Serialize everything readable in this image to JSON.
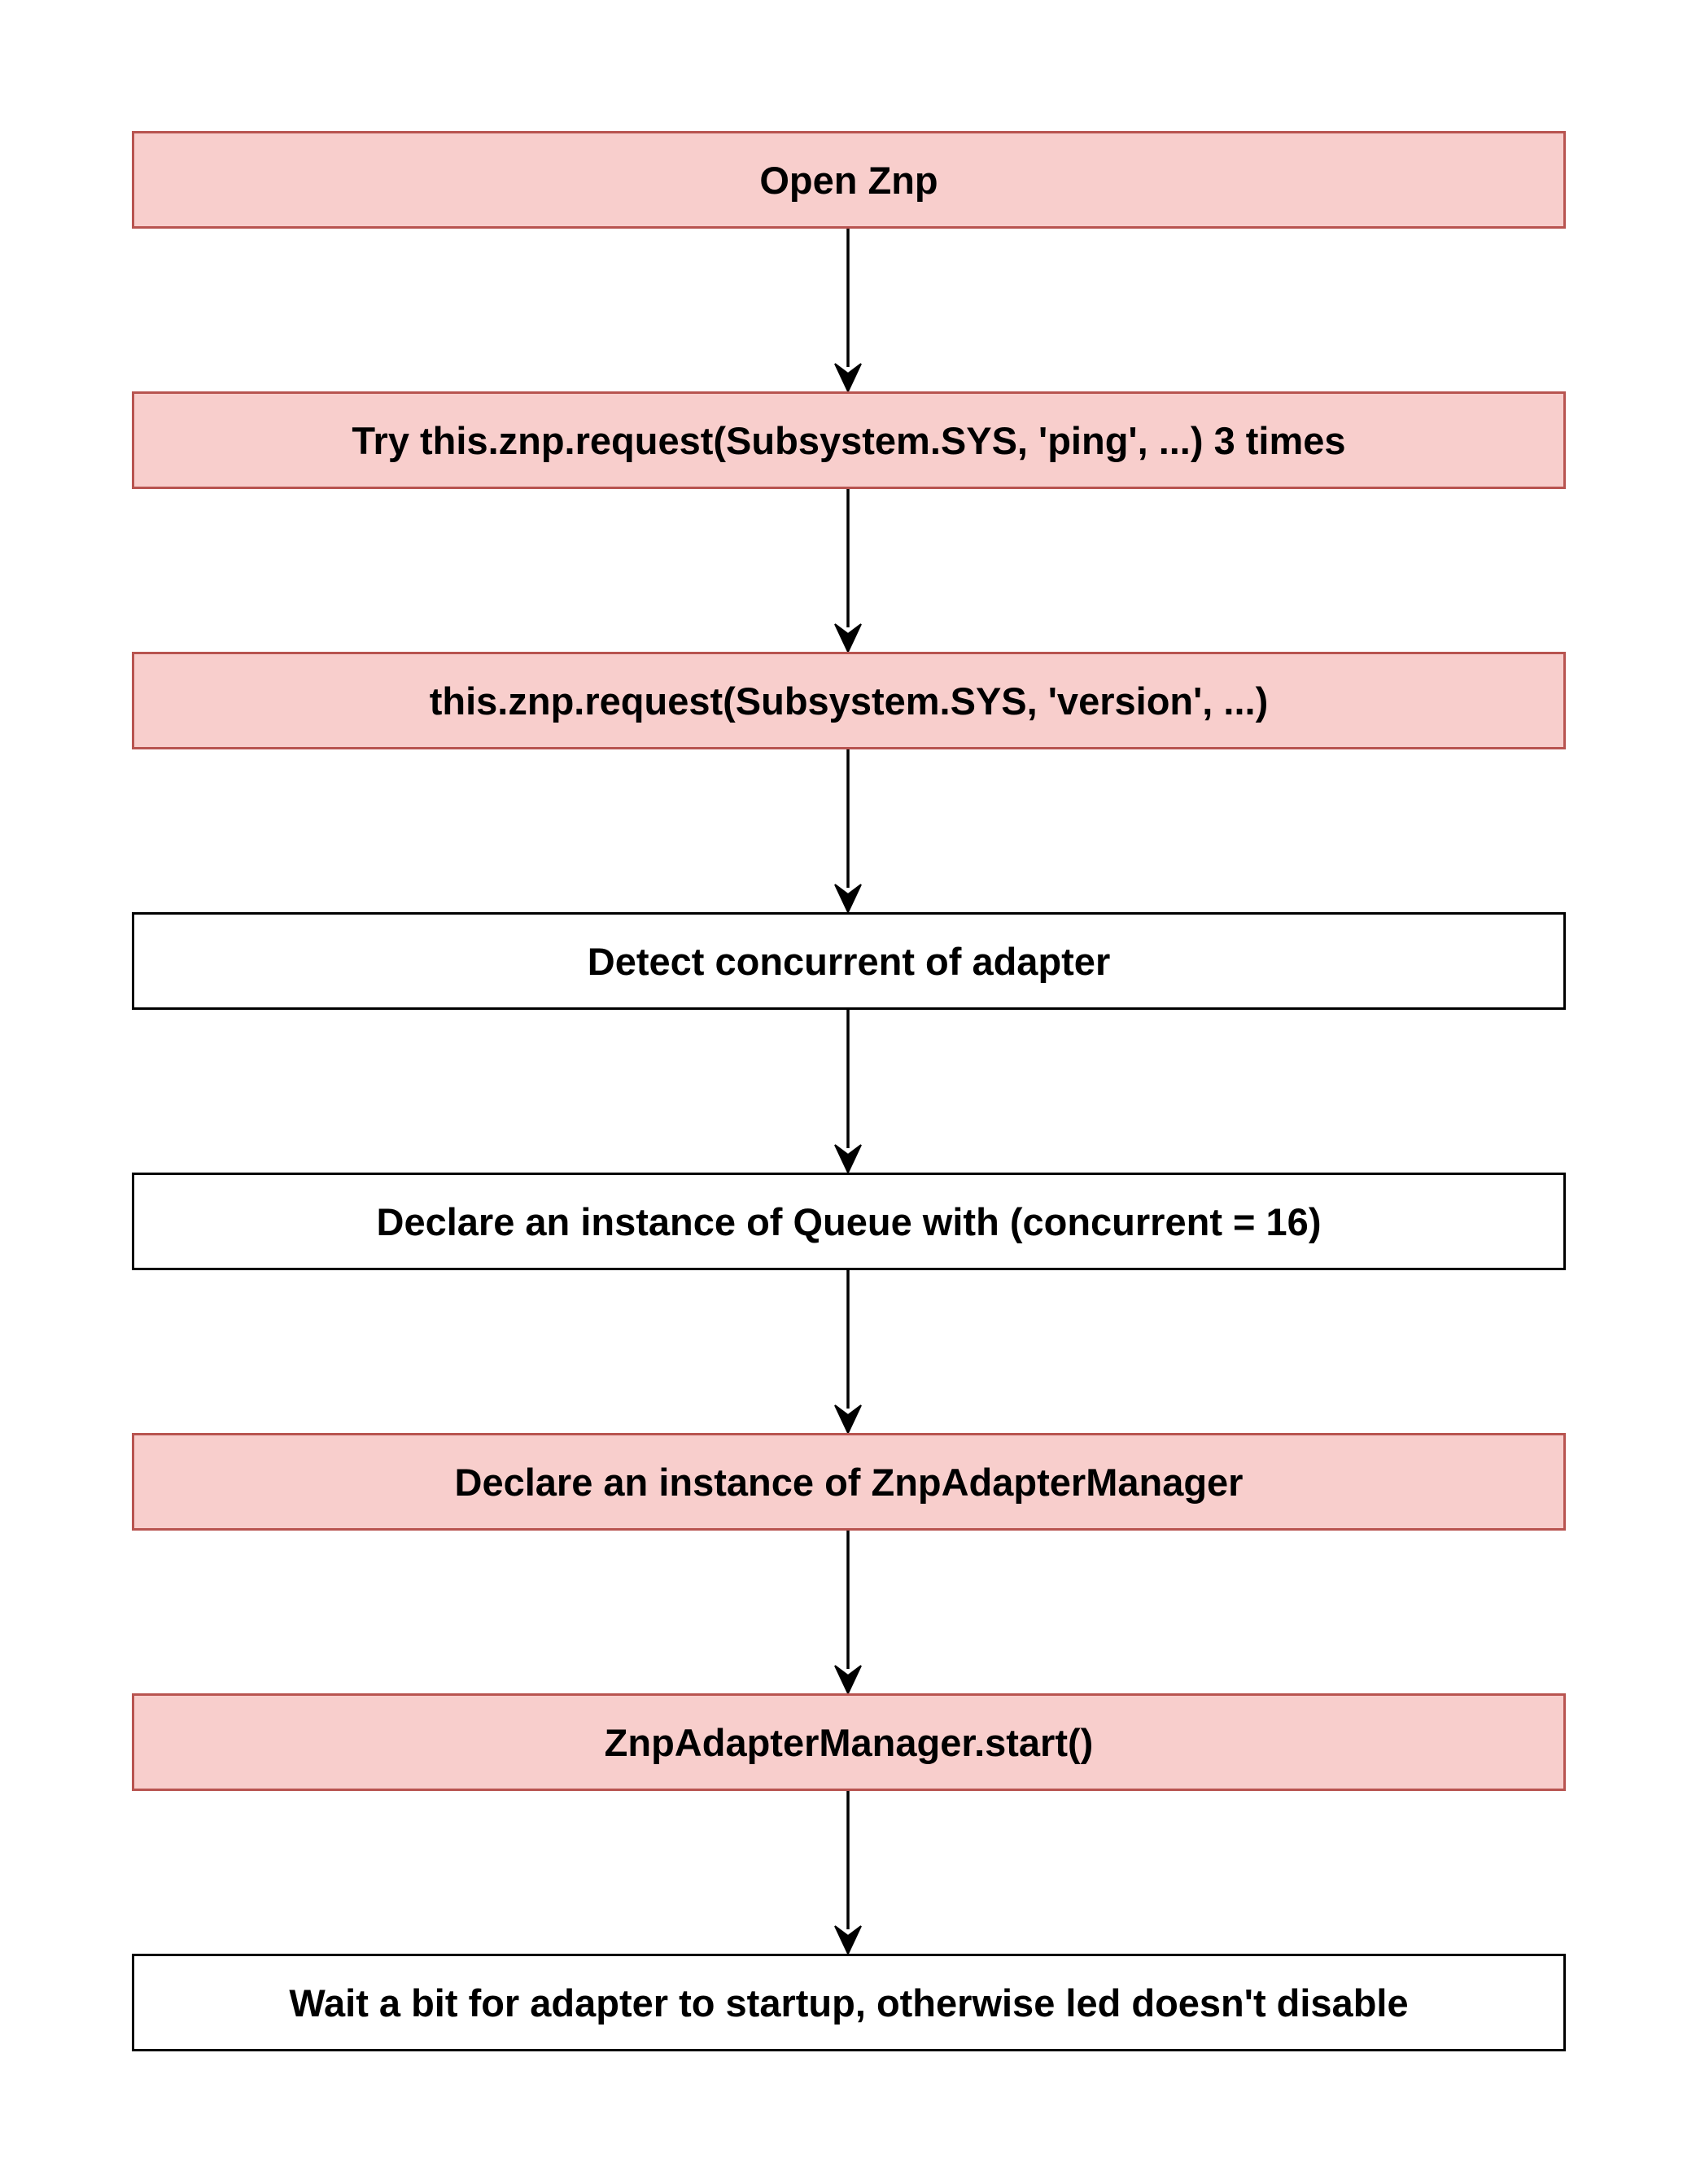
{
  "colors": {
    "highlight_fill": "#f8cecc",
    "highlight_stroke": "#b85450",
    "default_fill": "#ffffff",
    "default_stroke": "#000000",
    "arrow": "#000000"
  },
  "steps": [
    {
      "label": "Open Znp",
      "highlight": true
    },
    {
      "label": "Try this.znp.request(Subsystem.SYS, 'ping', ...) 3 times",
      "highlight": true
    },
    {
      "label": "this.znp.request(Subsystem.SYS, 'version', ...)",
      "highlight": true
    },
    {
      "label": "Detect concurrent of adapter",
      "highlight": false
    },
    {
      "label": "Declare an instance of Queue with (concurrent = 16)",
      "highlight": false
    },
    {
      "label": "Declare an instance of ZnpAdapterManager",
      "highlight": true
    },
    {
      "label": "ZnpAdapterManager.start()",
      "highlight": true
    },
    {
      "label": "Wait a bit for adapter to startup, otherwise led doesn't disable",
      "highlight": false
    }
  ]
}
